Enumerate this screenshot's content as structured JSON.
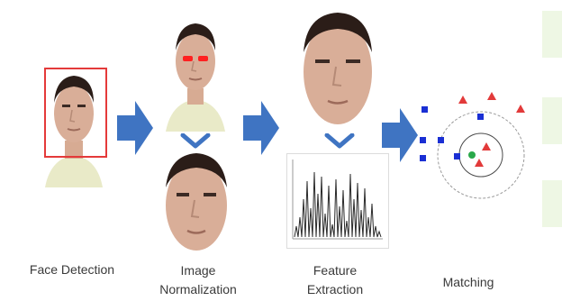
{
  "stages": [
    {
      "id": "face-detection",
      "label_lines": [
        "Face Detection"
      ]
    },
    {
      "id": "image-normalization",
      "label_lines": [
        "Image",
        "Normalization"
      ]
    },
    {
      "id": "feature-extraction",
      "label_lines": [
        "Feature",
        "Extraction"
      ]
    },
    {
      "id": "matching",
      "label_lines": [
        "Matching"
      ]
    }
  ],
  "colors": {
    "arrow": "#3f74c2",
    "detection_box": "#e43a3a",
    "eye_marker": "#ff2020",
    "square_marker": "#1a2fd4",
    "triangle_marker": "#e23a3a",
    "circle_marker": "#2aa84a",
    "label_text": "#3a3a3a",
    "deco_panel": "#eef7e4"
  },
  "icons": [
    "face-photo",
    "right-arrow",
    "chevron-down-icon",
    "signal-plot",
    "cluster-plot"
  ]
}
